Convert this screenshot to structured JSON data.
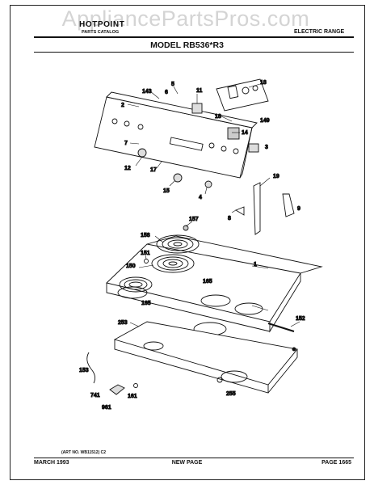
{
  "watermark": "AppliancePartsPros.com",
  "header": {
    "brand": "HOTPOINT",
    "catalog": "PARTS CATALOG",
    "category": "ELECTRIC RANGE",
    "model": "MODEL RB536*R3"
  },
  "part_labels": [
    "143",
    "5",
    "6",
    "11",
    "18",
    "2",
    "149",
    "18",
    "14",
    "7",
    "3",
    "12",
    "17",
    "15",
    "4",
    "19",
    "8",
    "9",
    "157",
    "158",
    "151",
    "150",
    "165",
    "165",
    "1",
    "152",
    "253",
    "153",
    "741",
    "161",
    "961",
    "255"
  ],
  "art_no": "(ART NO. WB11512) C2",
  "footer": {
    "date": "MARCH 1993",
    "center": "NEW PAGE",
    "page": "PAGE 1665"
  }
}
